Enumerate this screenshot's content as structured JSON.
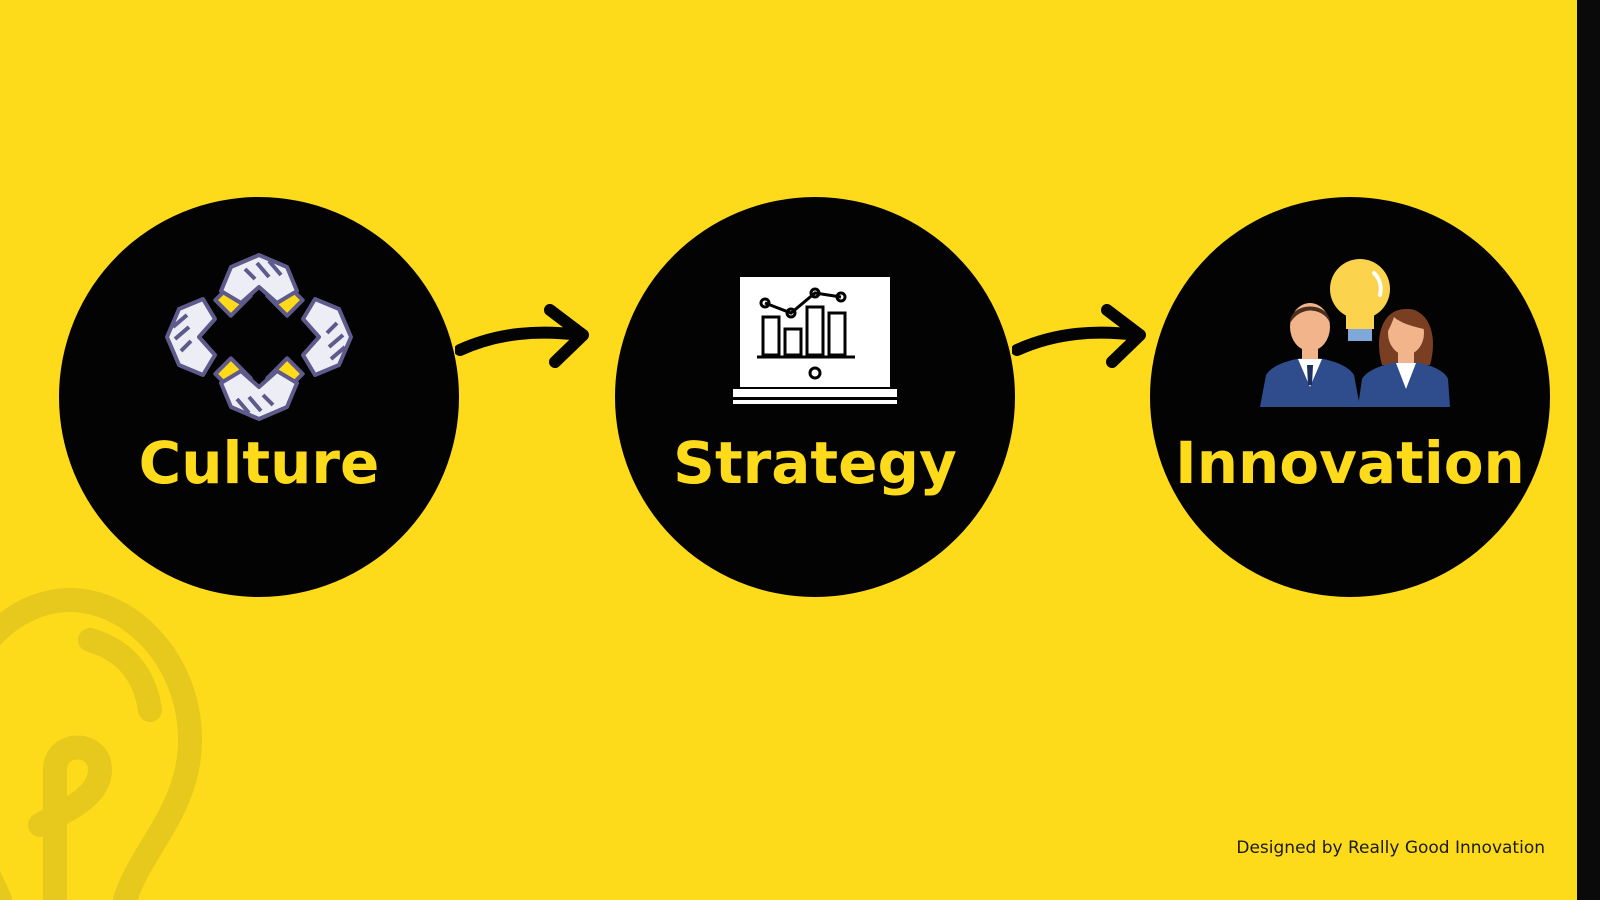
{
  "colors": {
    "background": "#FEDB1A",
    "circle": "#030303",
    "label": "#FEDB1A",
    "right_bar": "#0A0A0A",
    "watermark": "#E7C81C",
    "credit_text": "#1A1A1A",
    "hands_outline": "#5E5A8C",
    "hands_fill": "#EDEDF5",
    "suit": "#2F4C8C",
    "skin": "#F2B48A",
    "bulb": "#FCD34D"
  },
  "steps": [
    {
      "label": "Culture",
      "icon": "teamwork-hands-icon"
    },
    {
      "label": "Strategy",
      "icon": "laptop-chart-icon"
    },
    {
      "label": "Innovation",
      "icon": "team-lightbulb-icon"
    }
  ],
  "credit": "Designed by Really Good Innovation"
}
